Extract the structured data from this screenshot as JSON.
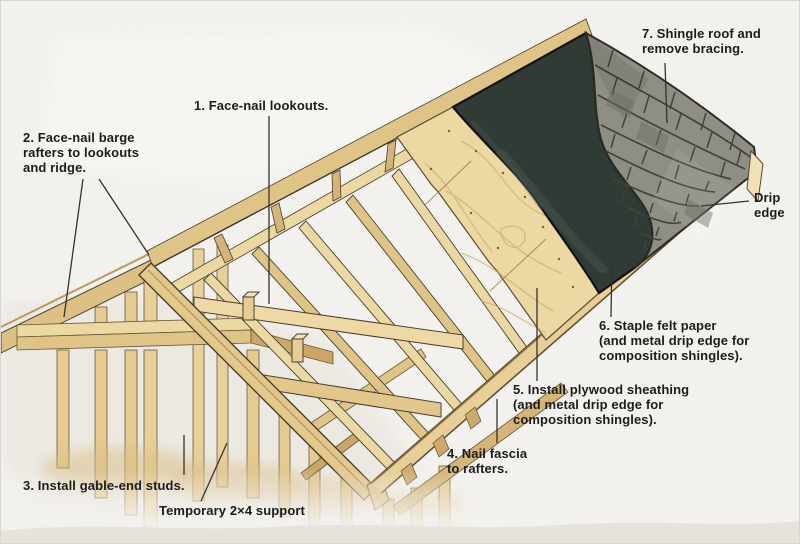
{
  "figure": {
    "type": "instructional-illustration",
    "subject": "Gable roof construction sequence"
  },
  "palette": {
    "background": "#f3f1ed",
    "wood_light": "#ecd8a2",
    "wood_mid": "#dfc488",
    "wood_dark": "#caa668",
    "felt_paper": "#303b35",
    "shingle_gray": "#8e8e85",
    "drip_edge_accent": "#bd8a4d",
    "label_text": "#1c1c1c"
  },
  "annotations": [
    {
      "id": "step-1",
      "lines": [
        "1. Face-nail lookouts."
      ]
    },
    {
      "id": "step-2",
      "lines": [
        "2. Face-nail barge",
        "rafters to lookouts",
        "and ridge."
      ]
    },
    {
      "id": "step-3",
      "lines": [
        "3. Install gable-end studs."
      ]
    },
    {
      "id": "step-4",
      "lines": [
        "4. Nail fascia",
        "to rafters."
      ]
    },
    {
      "id": "step-5",
      "lines": [
        "5. Install plywood sheathing",
        "(and metal drip edge for",
        "composition shingles)."
      ]
    },
    {
      "id": "step-6",
      "lines": [
        "6. Staple felt paper",
        "(and metal drip edge for",
        "composition shingles)."
      ]
    },
    {
      "id": "step-7",
      "lines": [
        "7. Shingle roof and",
        "remove bracing."
      ]
    },
    {
      "id": "temporary-support",
      "lines": [
        "Temporary 2×4 support"
      ]
    },
    {
      "id": "drip-edge",
      "lines": [
        "Drip",
        "edge"
      ]
    }
  ]
}
